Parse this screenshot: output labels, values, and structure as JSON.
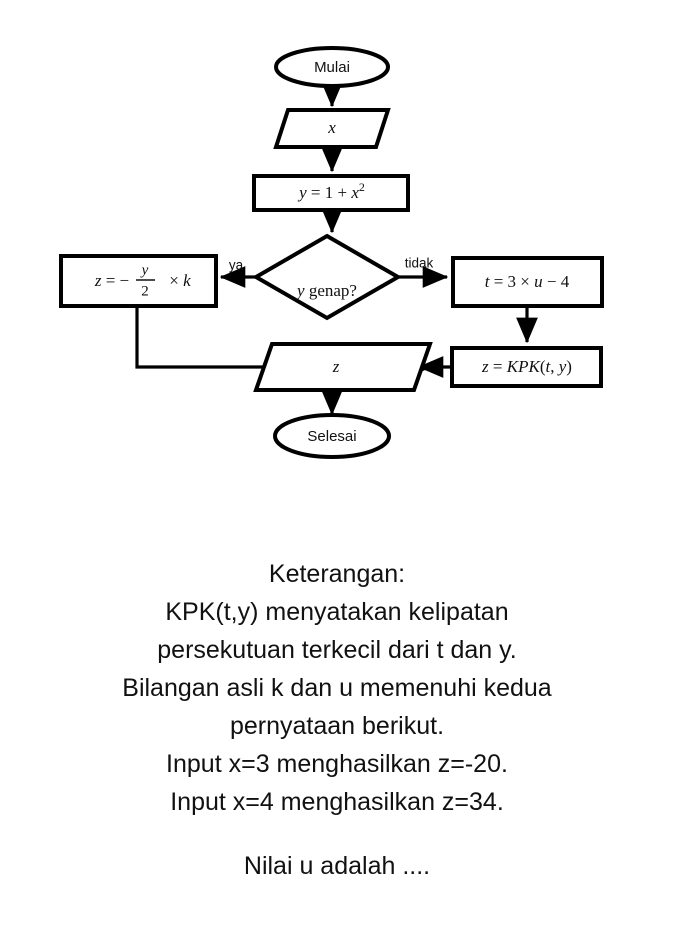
{
  "diagram": {
    "type": "flowchart",
    "title_label": "",
    "nodes": [
      {
        "id": "start",
        "shape": "ellipse",
        "label": "Mulai"
      },
      {
        "id": "input_x",
        "shape": "parallelogram",
        "label": "x"
      },
      {
        "id": "calc_y",
        "shape": "rectangle",
        "label": "y = 1 + x²"
      },
      {
        "id": "decision",
        "shape": "diamond",
        "label": "y genap?"
      },
      {
        "id": "calc_z_left",
        "shape": "rectangle",
        "label": "z = −y/2 × k",
        "parts": {
          "lhs": "z = −",
          "numerator": "y",
          "denominator": "2",
          "rhs": "× k"
        }
      },
      {
        "id": "calc_t",
        "shape": "rectangle",
        "label": "t = 3 × u − 4"
      },
      {
        "id": "calc_kpk",
        "shape": "rectangle",
        "label": "z = KPK(t, y)"
      },
      {
        "id": "output_z",
        "shape": "parallelogram",
        "label": "z"
      },
      {
        "id": "end",
        "shape": "ellipse",
        "label": "Selesai"
      }
    ],
    "edge_labels": {
      "yes": "ya",
      "no": "tidak"
    }
  },
  "caption": {
    "lines": [
      "Keterangan:",
      "KPK(t,y) menyatakan kelipatan",
      "persekutuan terkecil dari t dan y.",
      "Bilangan asli k dan u memenuhi kedua",
      "pernyataan berikut.",
      "Input x=3 menghasilkan z=-20.",
      "Input x=4 menghasilkan z=34."
    ],
    "question": "Nilai u adalah ...."
  },
  "colors": {
    "background": "#ffffff",
    "stroke": "#000000",
    "text": "#111111"
  }
}
